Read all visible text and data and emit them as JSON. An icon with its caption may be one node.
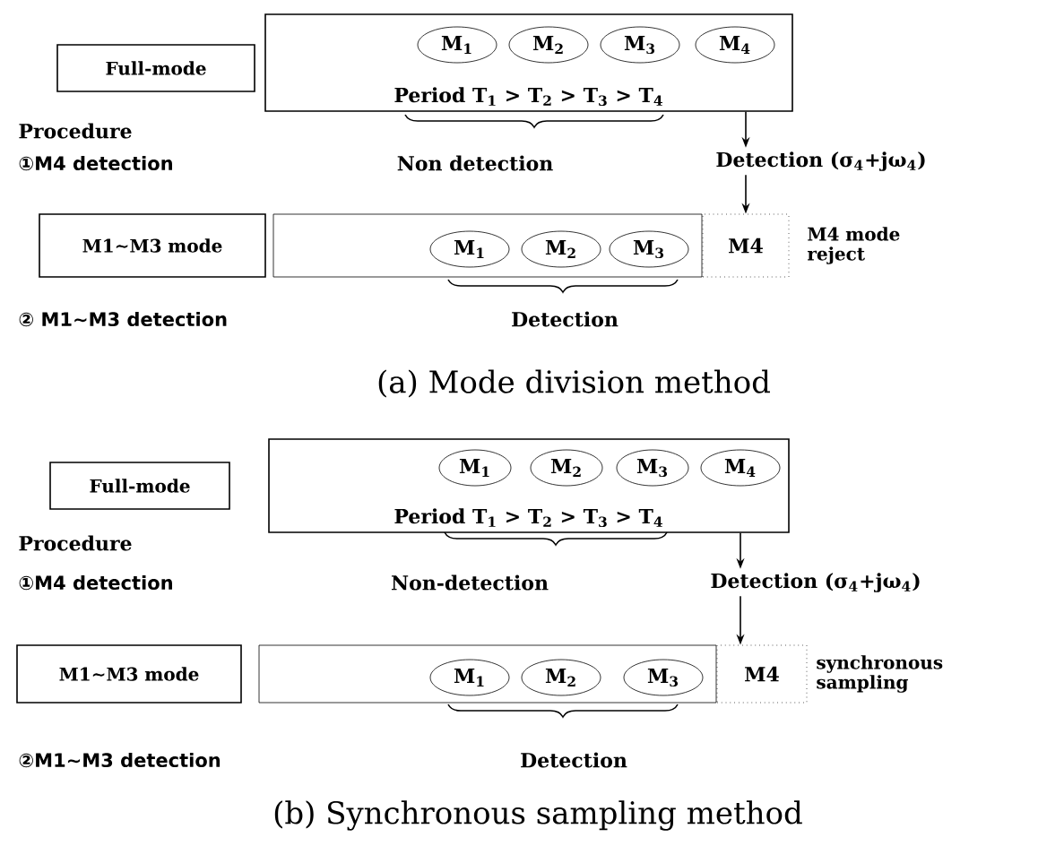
{
  "diagram": {
    "nodes": [
      {
        "text": [
          "Full-mode"
        ]
      },
      {
        "text": [
          "Period T$_{1}$ > T$_{2}$ > T$_{3}$ > T$_{4}$"
        ]
      },
      {
        "text": [
          "M$_{1}$"
        ],
        "in": 1
      },
      {
        "text": [
          "M$_{2}$"
        ],
        "in": 1
      },
      {
        "text": [
          "M$_{3}$"
        ],
        "in": 1
      },
      {
        "text": [
          "M$_{4}$"
        ],
        "in": 1
      },
      {
        "text": [
          "Detection (σ$_{4}$+jω$_{4}$)"
        ]
      },
      {
        "text": [
          "M1∼M3 mode"
        ]
      },
      {
        "text": [],
        "shape": "box"
      },
      {
        "text": [
          "M$_{1}$"
        ],
        "in": 8
      },
      {
        "text": [
          "M$_{2}$"
        ],
        "in": 8
      },
      {
        "text": [
          "M$_{3}$"
        ],
        "in": 8
      },
      {
        "text": [
          "M4"
        ],
        "beside": [
          "M4 mode reject"
        ]
      },
      {
        "text": [
          "Full-mode"
        ]
      },
      {
        "text": [
          "Period T$_{1}$ > T$_{2}$ > T$_{3}$ > T$_{4}$"
        ]
      },
      {
        "text": [
          "M$_{1}$"
        ],
        "in": 14
      },
      {
        "text": [
          "M$_{2}$"
        ],
        "in": 14
      },
      {
        "text": [
          "M$_{3}$"
        ],
        "in": 14
      },
      {
        "text": [
          "M$_{4}$"
        ],
        "in": 14
      },
      {
        "text": [
          "Detection (σ$_{4}$+jω$_{4}$)"
        ]
      },
      {
        "text": [
          "M1∼M3 mode"
        ]
      },
      {
        "text": [],
        "shape": "box"
      },
      {
        "text": [
          "M$_{1}$"
        ],
        "in": 21
      },
      {
        "text": [
          "M$_{2}$"
        ],
        "in": 21
      },
      {
        "text": [
          "M$_{3}$"
        ],
        "in": 21
      },
      {
        "text": [
          "M4"
        ],
        "beside": [
          "synchronous sampling"
        ]
      }
    ],
    "edges": [
      {
        "from": 1,
        "to": 6,
        "arrow": "to"
      },
      {
        "from": 6,
        "to": 12,
        "arrow": "to"
      },
      {
        "from": 14,
        "to": 19,
        "arrow": "to"
      },
      {
        "from": 19,
        "to": 25,
        "arrow": "to"
      }
    ],
    "labels": [
      "Procedure",
      "①M4 detection",
      "Non detection",
      "② M1∼M3 detection",
      "Detection",
      "(a) Mode division method",
      "Procedure",
      "①M4 detection",
      "Non-detection",
      "②M1∼M3 detection",
      "Detection",
      "(b) Synchronous sampling method"
    ]
  }
}
